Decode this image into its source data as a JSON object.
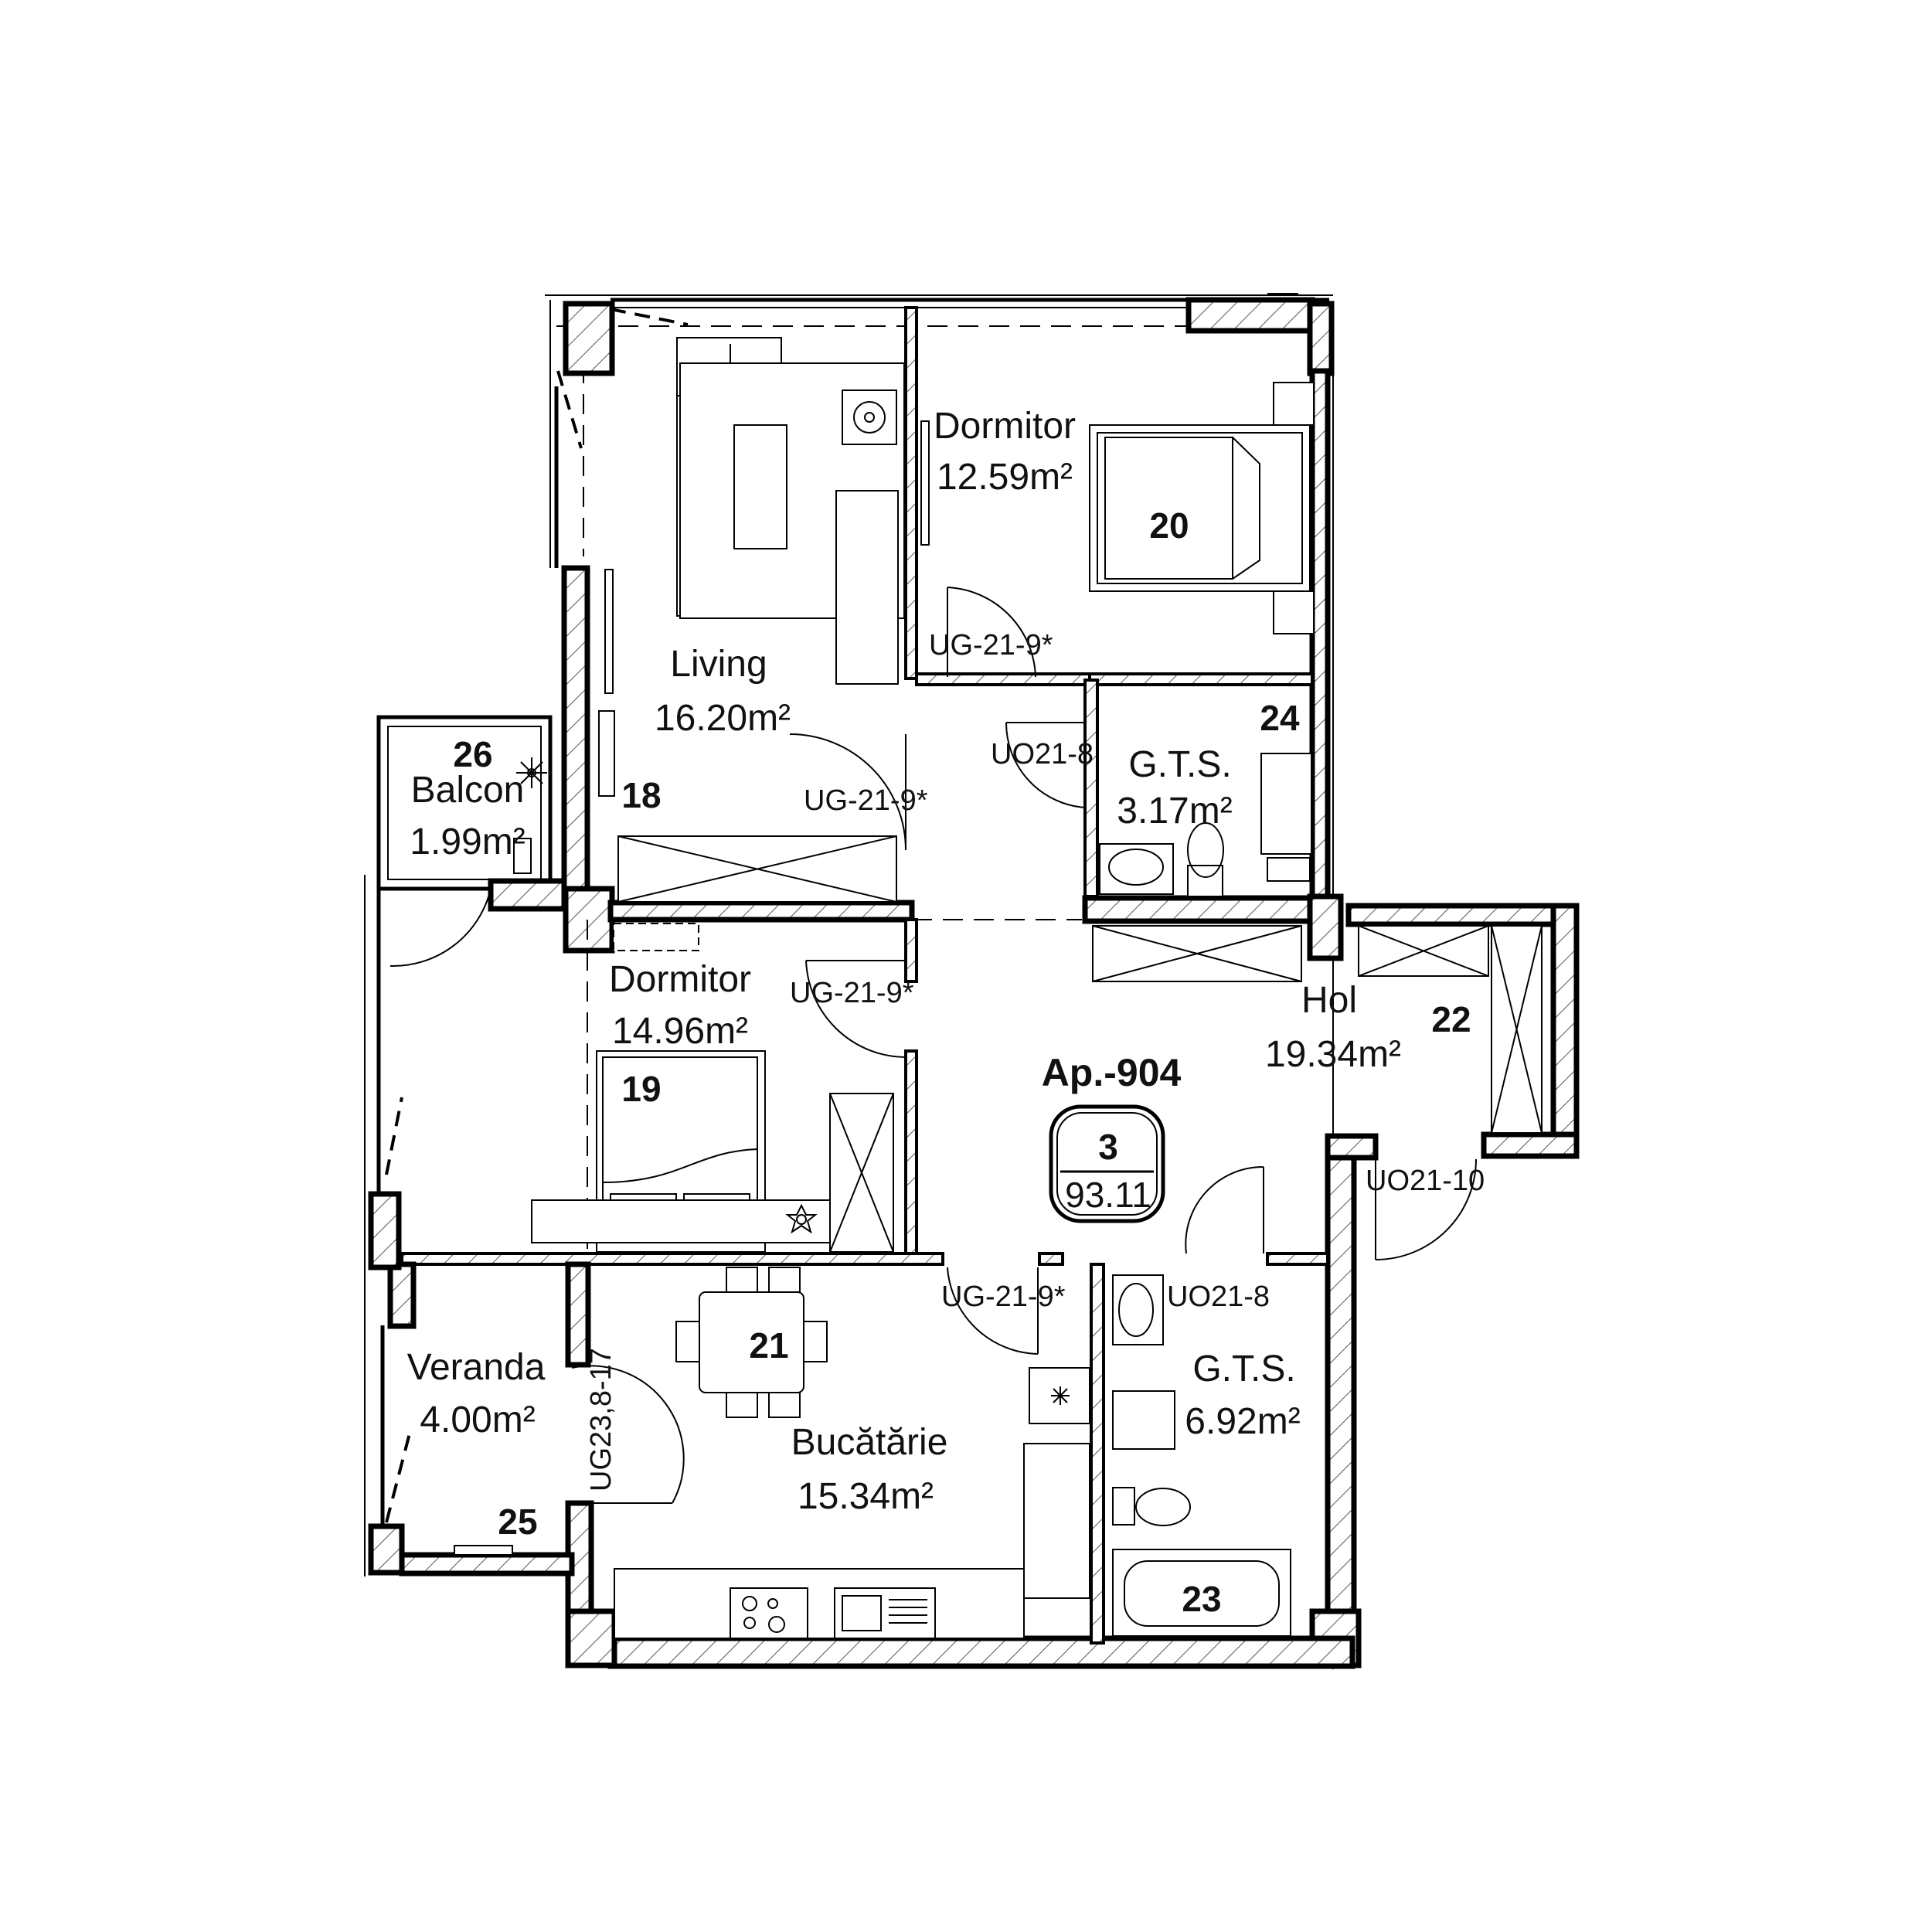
{
  "plan": {
    "apartment": {
      "title": "Ap.-904",
      "rooms_count": "3",
      "total_area": "93.11"
    },
    "rooms": [
      {
        "id": "18",
        "name": "Living",
        "area": "16.20m²"
      },
      {
        "id": "20",
        "name": "Dormitor",
        "area": "12.59m²"
      },
      {
        "id": "24",
        "name": "G.T.S.",
        "area": "3.17m²"
      },
      {
        "id": "26",
        "name": "Balcon",
        "area": "1.99m²"
      },
      {
        "id": "19",
        "name": "Dormitor",
        "area": "14.96m²"
      },
      {
        "id": "22",
        "name": "Hol",
        "area": "19.34m²"
      },
      {
        "id": "21",
        "name": "Bucătărie",
        "area": "15.34m²"
      },
      {
        "id": "23",
        "name": "G.T.S.",
        "area": "6.92m²"
      },
      {
        "id": "25",
        "name": "Veranda",
        "area": "4.00m²"
      }
    ],
    "doors": [
      {
        "code": "UG-21-9*",
        "location": "living"
      },
      {
        "code": "UG-21-9*",
        "location": "dormitor-20"
      },
      {
        "code": "UO21-8",
        "location": "gts-24"
      },
      {
        "code": "UG-21-9*",
        "location": "dormitor-19"
      },
      {
        "code": "UO21-10",
        "location": "storage-22"
      },
      {
        "code": "UG-21-9*",
        "location": "bucatarie"
      },
      {
        "code": "UO21-8",
        "location": "gts-23"
      },
      {
        "code": "UG23,8-17",
        "location": "veranda"
      }
    ],
    "icons": {
      "ac_unit": "snowflake-icon",
      "plant": "plant-icon",
      "cooktop": "cooktop-icon",
      "sink": "sink-icon"
    },
    "colors": {
      "line": "#000000",
      "background": "#ffffff",
      "hatch_fill": "#9a9a9a"
    }
  }
}
